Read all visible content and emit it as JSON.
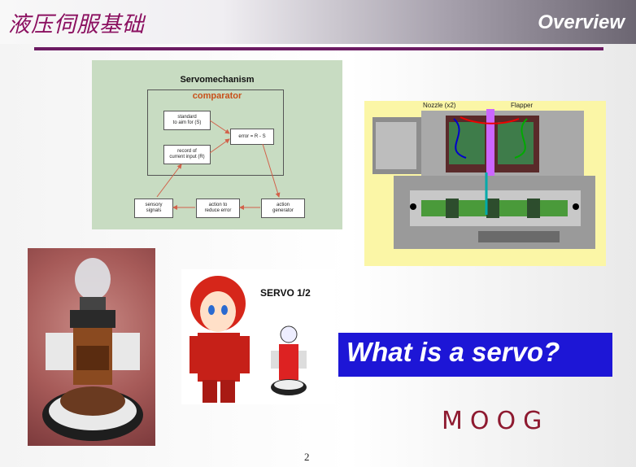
{
  "slide": {
    "title_cn": "液压伺服基础",
    "title_en": "Overview",
    "question": "What is a servo?",
    "logo": "MOOG",
    "page_number": "2"
  },
  "diagram": {
    "title": "Servomechanism",
    "comparator": "comparator",
    "standard": "standard\nto aim for (S)",
    "record": "record of\ncurrent input (R)",
    "error": "error = R - S",
    "sensory": "sensory\nsignals",
    "action_reduce": "action to\nreduce error",
    "action_gen": "action\ngenerator"
  },
  "valve": {
    "nozzle_label": "Nozzle (x2)",
    "flapper_label": "Flapper"
  },
  "cartoon": {
    "caption": "SERVO 1/2"
  },
  "colors": {
    "title_magenta": "#8b1060",
    "rule": "#6b1b62",
    "question_bg": "#1d16d6",
    "logo": "#8e1a30",
    "diagram_bg": "#c8dcc2",
    "valve_bg": "#fbf6a6"
  }
}
